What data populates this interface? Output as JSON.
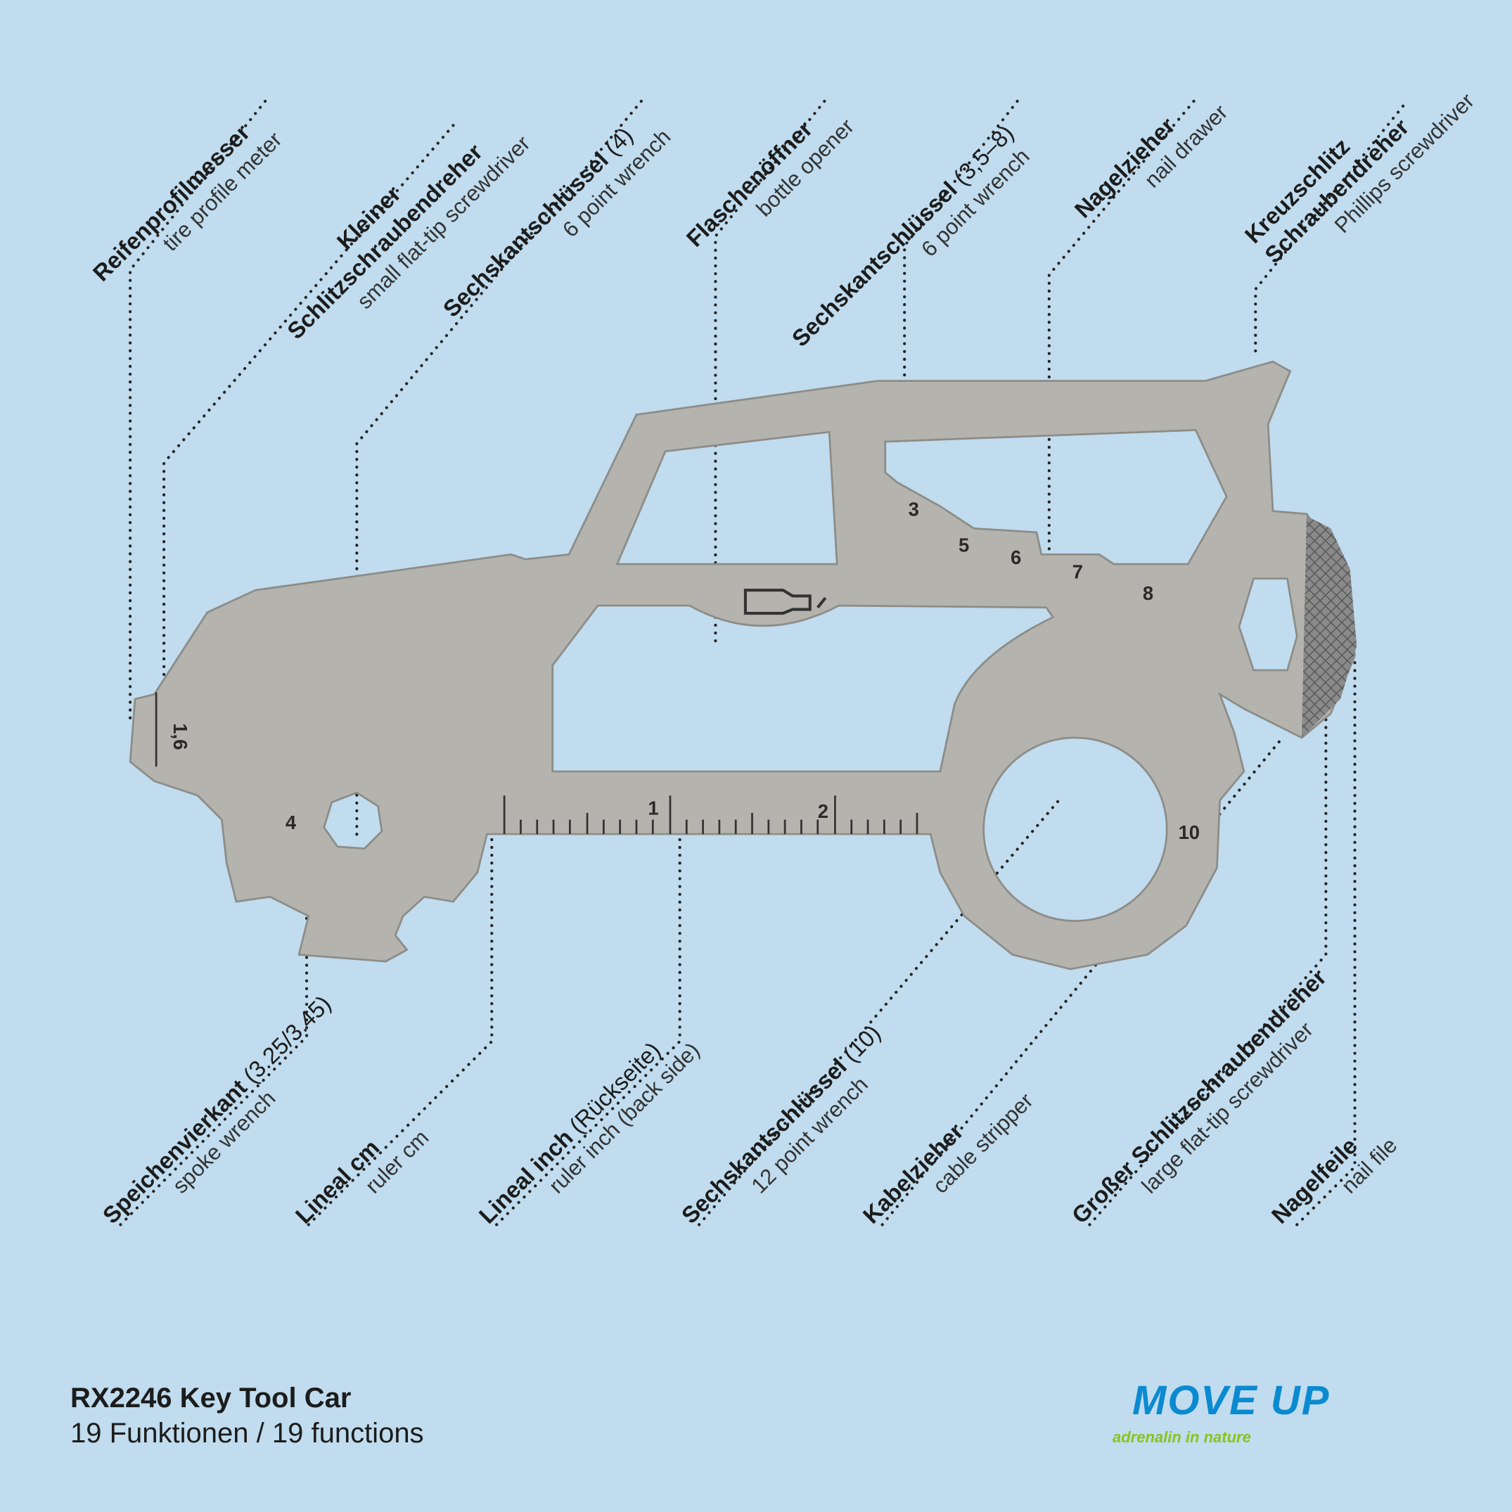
{
  "product": {
    "title": "RX2246 Key Tool Car",
    "subtitle": "19 Funktionen / 19 functions"
  },
  "logo": {
    "name": "MOVE UP",
    "tagline": "adrenalin in nature",
    "color_main": "#0a8ad0",
    "color_tag": "#8cc21c"
  },
  "tool_markings": {
    "tire": "1,6",
    "hex4": "4",
    "hex3": "3",
    "hex5": "5",
    "hex6": "6",
    "hex7": "7",
    "hex8": "8",
    "hex10": "10",
    "ruler1": "1",
    "ruler2": "2"
  },
  "top_labels": [
    {
      "de": "Reifenprofilmesser",
      "en": "tire profile meter"
    },
    {
      "de_line1": "Kleiner",
      "de": "Schlitzschraubendreher",
      "en": "small flat-tip screwdriver"
    },
    {
      "de": "Sechskantschlüssel",
      "de_plain": " (4)",
      "en": "6 point wrench"
    },
    {
      "de": "Flaschenöffner",
      "en": "bottle opener"
    },
    {
      "de": "Sechskantschlüssel",
      "de_plain": " (3,5–8)",
      "en": "6 point wrench"
    },
    {
      "de": "Nagelzieher",
      "en": "nail drawer"
    },
    {
      "de_line1": "Kreuzschlitz",
      "de": "Schraubendreher",
      "en": "Phillips screwdriver"
    }
  ],
  "bottom_labels": [
    {
      "de": "Speichenvierkant",
      "de_plain": " (3.25/3.45)",
      "en": "spoke wrench"
    },
    {
      "de": "Lineal cm",
      "en": "ruler cm"
    },
    {
      "de": "Lineal inch",
      "de_plain": " (Rückseite)",
      "en": "ruler inch (back side)"
    },
    {
      "de": "Sechskantschlüssel",
      "de_plain": " (10)",
      "en": "12 point wrench"
    },
    {
      "de": "Kabelzieher",
      "en": "cable stripper"
    },
    {
      "de": "Großer Schlitzschraubendreher",
      "en": "large flat-tip screwdriver"
    },
    {
      "de": "Nagelfeile",
      "en": "nail file"
    }
  ]
}
